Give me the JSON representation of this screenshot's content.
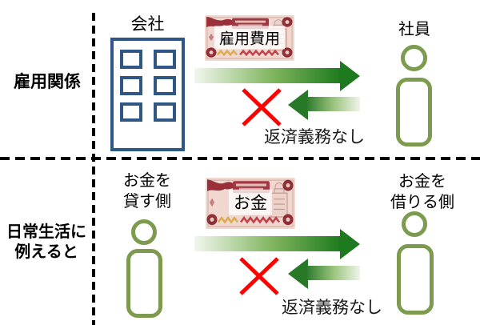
{
  "diagram": {
    "row_headers": {
      "top": "雇用関係",
      "bottom_line1": "日常生活に",
      "bottom_line2": "例えると"
    },
    "employment": {
      "company_label": "会社",
      "note_label": "雇用費用",
      "employee_label": "社員",
      "no_repayment_label": "返済義務なし"
    },
    "daily": {
      "lender_line1": "お金を",
      "lender_line2": "貸す側",
      "note_label": "お金",
      "borrower_line1": "お金を",
      "borrower_line2": "借りる側",
      "no_repayment_label": "返済義務なし"
    },
    "icons": {
      "company": "building-icon",
      "money": "banknote-icon",
      "person": "person-icon",
      "blocked": "red-cross-icon",
      "payment_flow": "arrow-right-icon",
      "repayment_flow": "arrow-left-icon"
    },
    "colors": {
      "arrow_green_dark": "#1E7A1E",
      "arrow_green_light": "#F2F7EE",
      "person_green": "#7C9B4E",
      "building_blue": "#2F5786",
      "cross_red": "#FF0000",
      "banknote_pink": "#F0D8D0",
      "banknote_red": "#99303A",
      "divider_black": "#000000"
    }
  }
}
